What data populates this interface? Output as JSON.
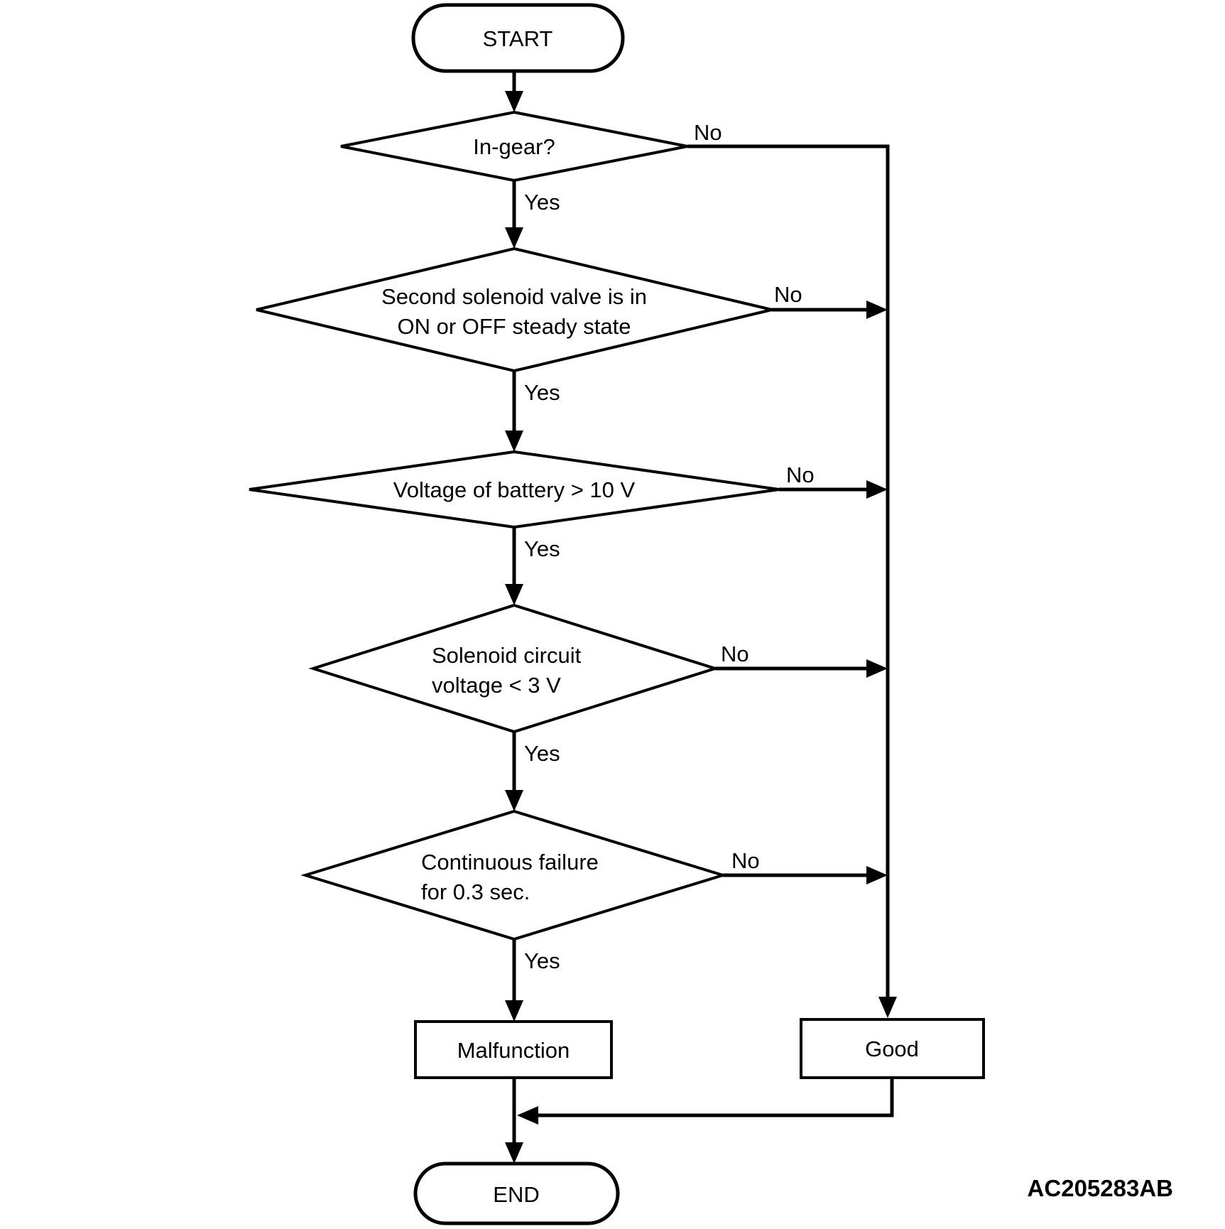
{
  "flowchart": {
    "nodes": {
      "start": "START",
      "d1": {
        "line1": "In-gear?"
      },
      "d2": {
        "line1": "Second solenoid valve is in",
        "line2": "ON or OFF steady state"
      },
      "d3": {
        "line1": "Voltage of battery > 10 V"
      },
      "d4": {
        "line1": "Solenoid circuit",
        "line2": "voltage < 3 V"
      },
      "d5": {
        "line1": "Continuous failure",
        "line2": "for 0.3 sec."
      },
      "malfunction": "Malfunction",
      "good": "Good",
      "end": "END"
    },
    "labels": {
      "yes": "Yes",
      "no": "No"
    },
    "edges": [
      {
        "from": "START",
        "to": "In-gear?",
        "label": ""
      },
      {
        "from": "In-gear?",
        "to": "Second solenoid valve is in ON or OFF steady state",
        "label": "Yes"
      },
      {
        "from": "In-gear?",
        "to": "Good",
        "label": "No"
      },
      {
        "from": "Second solenoid valve is in ON or OFF steady state",
        "to": "Voltage of battery > 10 V",
        "label": "Yes"
      },
      {
        "from": "Second solenoid valve is in ON or OFF steady state",
        "to": "Good",
        "label": "No"
      },
      {
        "from": "Voltage of battery > 10 V",
        "to": "Solenoid circuit voltage < 3 V",
        "label": "Yes"
      },
      {
        "from": "Voltage of battery > 10 V",
        "to": "Good",
        "label": "No"
      },
      {
        "from": "Solenoid circuit voltage < 3 V",
        "to": "Continuous failure for 0.3 sec.",
        "label": "Yes"
      },
      {
        "from": "Solenoid circuit voltage < 3 V",
        "to": "Good",
        "label": "No"
      },
      {
        "from": "Continuous failure for 0.3 sec.",
        "to": "Malfunction",
        "label": "Yes"
      },
      {
        "from": "Continuous failure for 0.3 sec.",
        "to": "Good",
        "label": "No"
      },
      {
        "from": "Malfunction",
        "to": "END",
        "label": ""
      },
      {
        "from": "Good",
        "to": "END",
        "label": ""
      }
    ],
    "figure_code": "AC205283AB",
    "colors": {
      "line": "#000000",
      "background": "#ffffff"
    }
  }
}
